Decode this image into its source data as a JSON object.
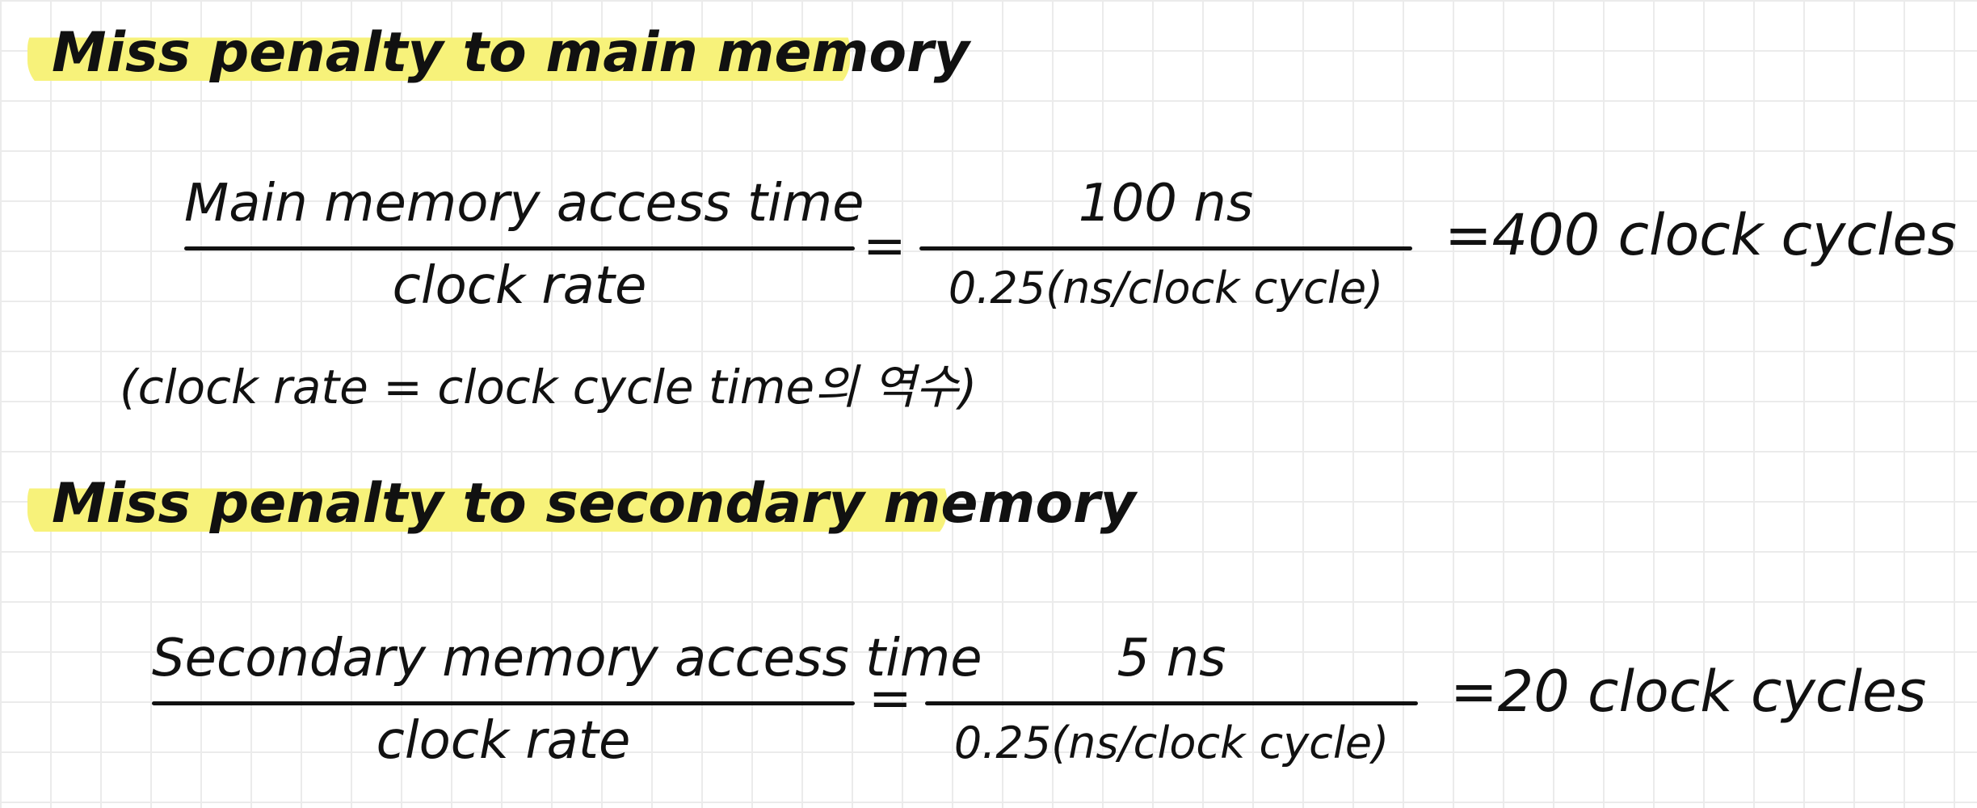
{
  "section1": {
    "heading": "Miss penalty to main memory",
    "left_numerator": "Main memory access time",
    "left_denominator": "clock rate",
    "equals": "=",
    "right_numerator": "100 ns",
    "right_denominator": "0.25(ns/clock cycle)",
    "result": "=400 clock cycles",
    "note": "(clock rate = clock cycle time의 역수)"
  },
  "section2": {
    "heading": "Miss penalty to secondary memory",
    "left_numerator": "Secondary memory access time",
    "left_denominator": "clock rate",
    "equals": "=",
    "right_numerator": "5 ns",
    "right_denominator": "0.25(ns/clock cycle)",
    "result": "=20 clock cycles"
  }
}
